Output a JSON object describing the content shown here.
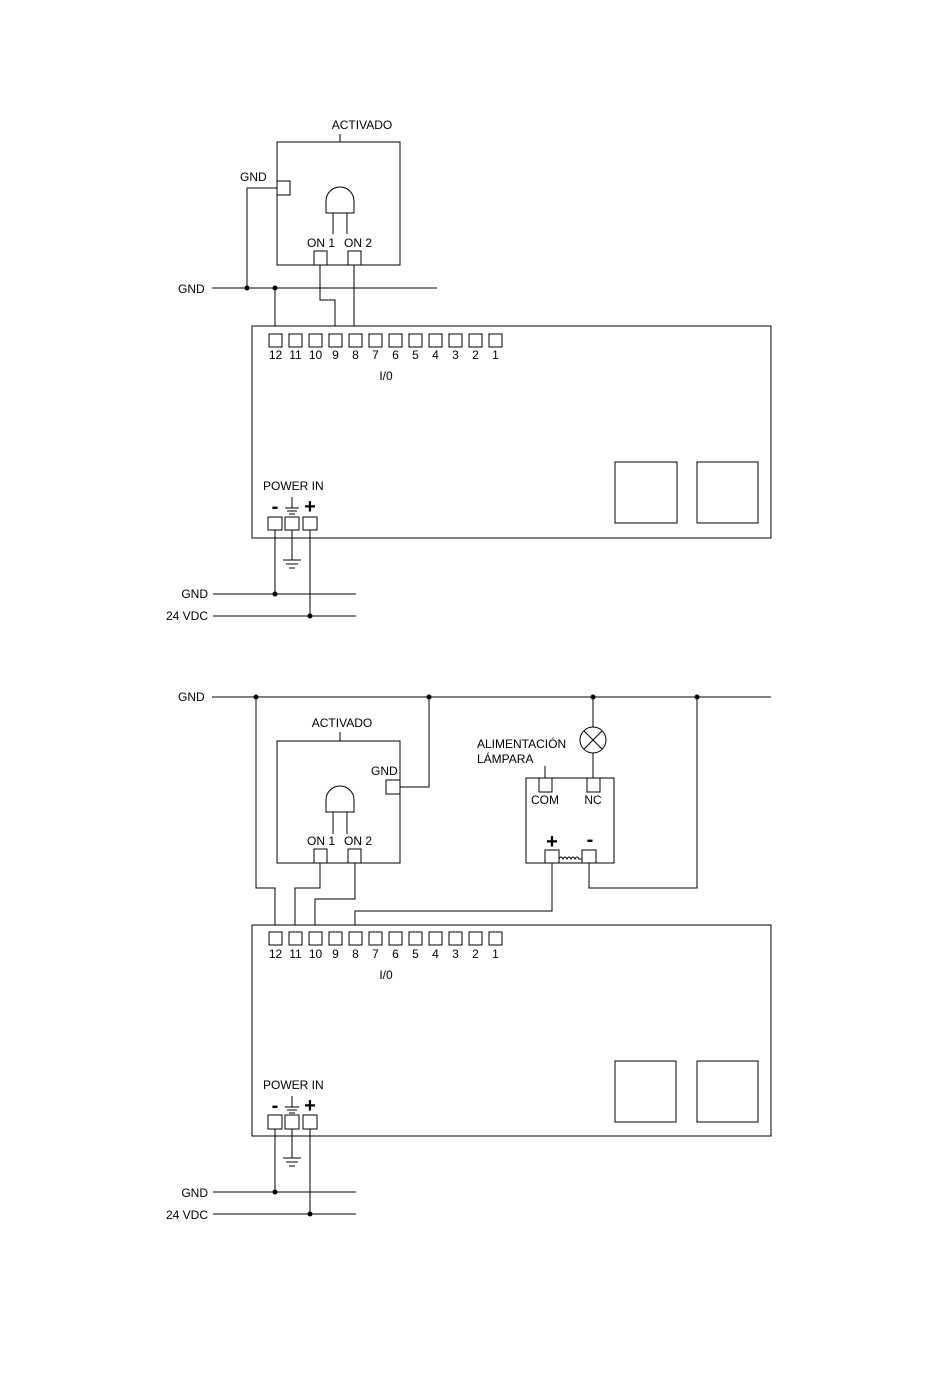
{
  "controller": {
    "terminals": [
      "12",
      "11",
      "10",
      "9",
      "8",
      "7",
      "6",
      "5",
      "4",
      "3",
      "2",
      "1"
    ],
    "io_label": "I/0",
    "power_in_label": "POWER IN",
    "minus_symbol": "-",
    "plus_symbol": "+"
  },
  "sensor": {
    "activado_label": "ACTIVADO",
    "gnd_label": "GND",
    "on1_label": "ON 1",
    "on2_label": "ON 2"
  },
  "supply": {
    "gnd_label": "GND",
    "vdc_label": "24 VDC"
  },
  "relay": {
    "lamp_power_line1": "ALIMENTACIÓN",
    "lamp_power_line2": "LÁMPARA",
    "com_label": "COM",
    "nc_label": "NC",
    "plus_symbol": "+",
    "minus_symbol": "-"
  }
}
